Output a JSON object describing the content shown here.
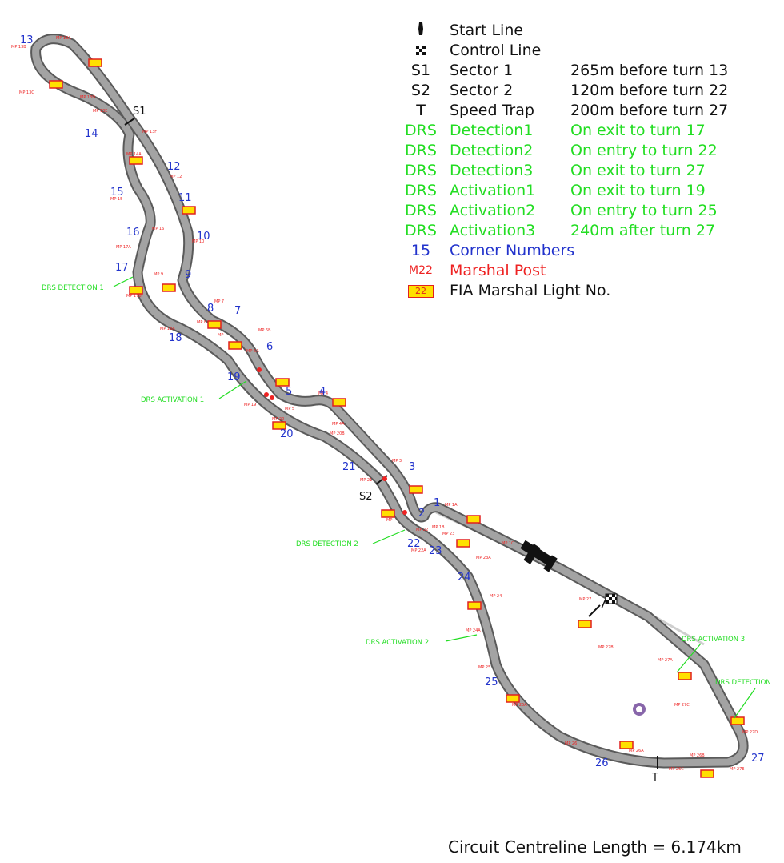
{
  "legend": {
    "start_line": {
      "symbol": "",
      "name": "Start Line"
    },
    "control_line": {
      "symbol": "",
      "name": "Control Line"
    },
    "sector1": {
      "symbol": "S1",
      "name": "Sector 1",
      "desc": "265m before turn 13"
    },
    "sector2": {
      "symbol": "S2",
      "name": "Sector 2",
      "desc": "120m before turn 22"
    },
    "speed_trap": {
      "symbol": "T",
      "name": "Speed Trap",
      "desc": "200m before turn 27"
    },
    "drs_detection1": {
      "symbol": "DRS",
      "name": "Detection1",
      "desc": "On exit to turn 17"
    },
    "drs_detection2": {
      "symbol": "DRS",
      "name": "Detection2",
      "desc": "On entry to turn 22"
    },
    "drs_detection3": {
      "symbol": "DRS",
      "name": "Detection3",
      "desc": "On exit to turn 27"
    },
    "drs_activation1": {
      "symbol": "DRS",
      "name": "Activation1",
      "desc": "On exit to turn 19"
    },
    "drs_activation2": {
      "symbol": "DRS",
      "name": "Activation2",
      "desc": "On entry to turn 25"
    },
    "drs_activation3": {
      "symbol": "DRS",
      "name": "Activation3",
      "desc": "240m after turn 27"
    },
    "corner_numbers": {
      "symbol": "15",
      "name": "Corner Numbers"
    },
    "marshal_post": {
      "symbol": "M22",
      "name": "Marshal Post"
    },
    "marshal_light": {
      "symbol": "22",
      "name": "FIA Marshal Light No."
    }
  },
  "corners": [
    "1",
    "2",
    "3",
    "4",
    "5",
    "6",
    "7",
    "8",
    "9",
    "10",
    "11",
    "12",
    "13",
    "14",
    "15",
    "16",
    "17",
    "18",
    "19",
    "20",
    "21",
    "22",
    "23",
    "24",
    "25",
    "26",
    "27"
  ],
  "timing_labels": {
    "s1": "S1",
    "s2": "S2",
    "t": "T"
  },
  "drs_callouts": {
    "detection1": "DRS DETECTION 1",
    "activation1": "DRS ACTIVATION 1",
    "detection2": "DRS DETECTION 2",
    "activation2": "DRS ACTIVATION 2",
    "activation3": "DRS ACTIVATION 3",
    "detection3": "DRS DETECTION"
  },
  "footer": "Circuit Centreline Length = 6.174km",
  "colors": {
    "track": "#9a9a9a",
    "track_edge": "#5a5a5a",
    "corner": "#2233cc",
    "drs": "#22dd22",
    "marshal": "#ee2222",
    "light_fill": "#ffe000"
  }
}
